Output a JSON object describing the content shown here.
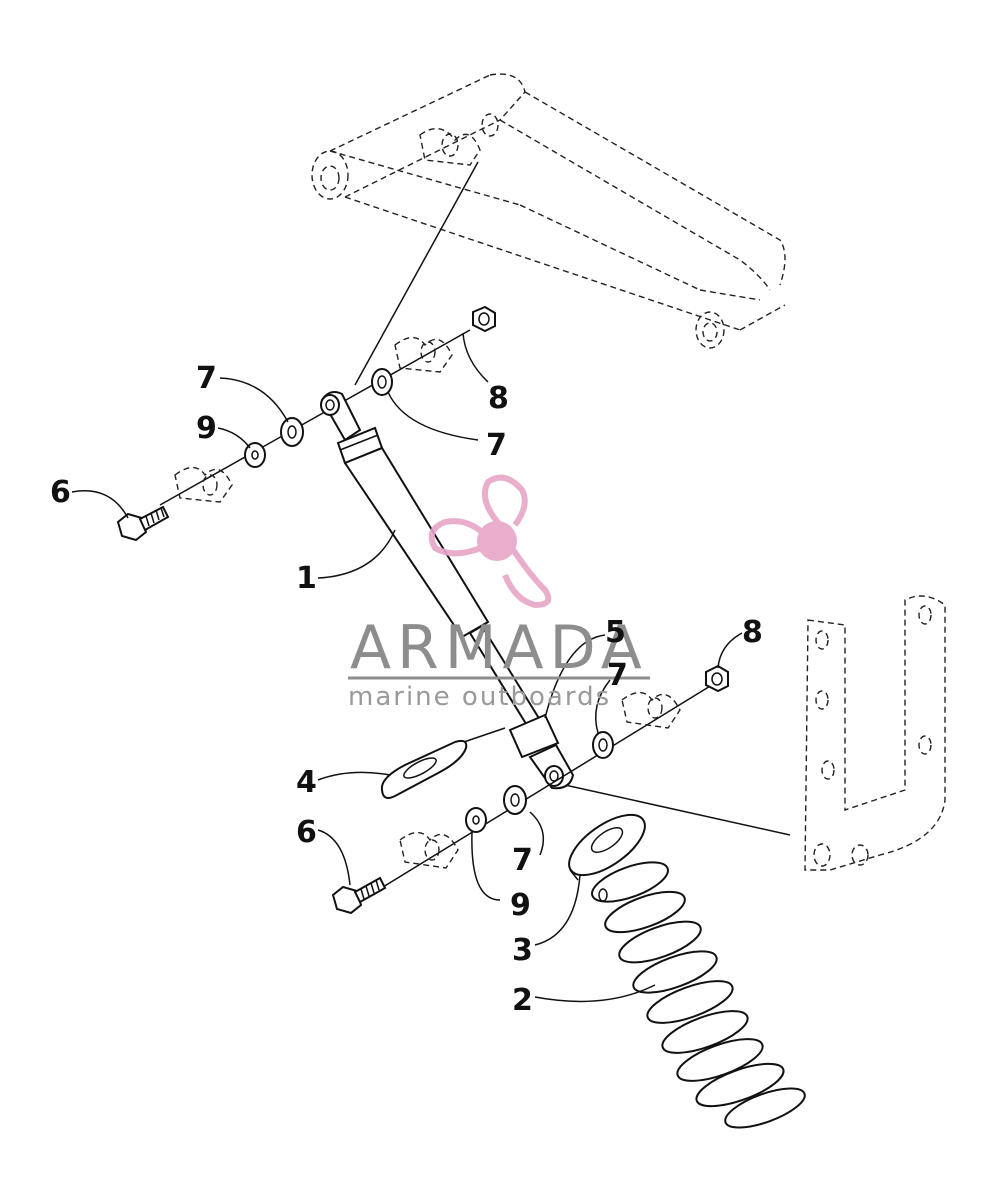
{
  "watermark": {
    "brand": "ARMADA",
    "tagline": "marine outboards",
    "logo_color": "#e8a6c8",
    "text_color": "#8d8d8d"
  },
  "callouts": {
    "c1": "1",
    "c2": "2",
    "c3": "3",
    "c4": "4",
    "c5": "5",
    "c6a": "6",
    "c6b": "6",
    "c7a": "7",
    "c7b": "7",
    "c7c": "7",
    "c7d": "7",
    "c8a": "8",
    "c8b": "8",
    "c9a": "9",
    "c9b": "9"
  }
}
